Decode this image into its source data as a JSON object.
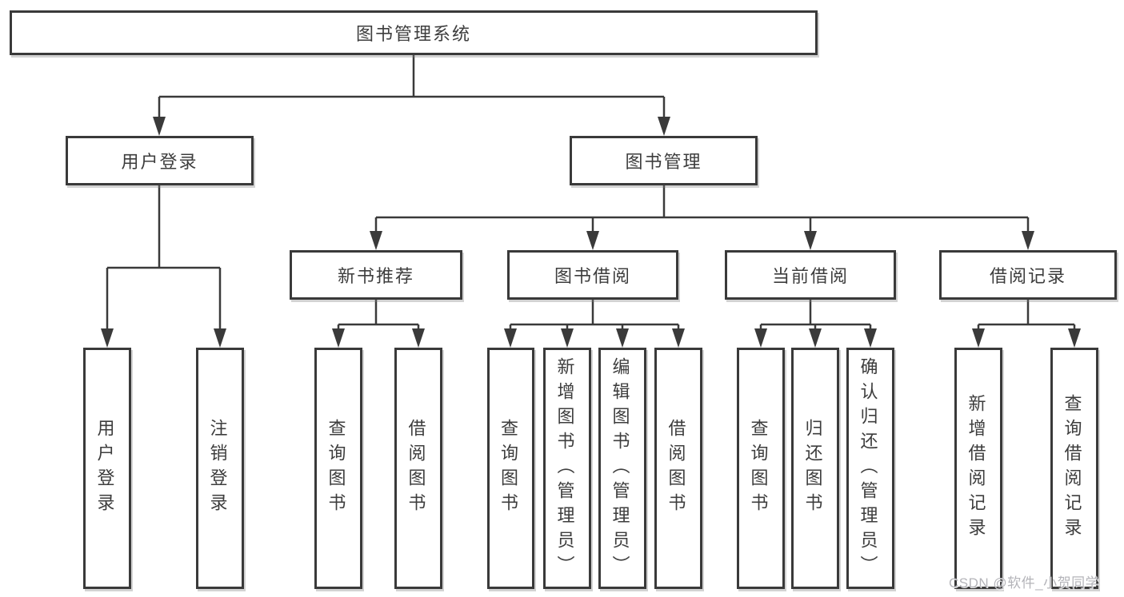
{
  "root": "图书管理系统",
  "branches": {
    "user_login": {
      "label": "用户登录",
      "children": [
        "用户登录",
        "注销登录"
      ]
    },
    "book_mgmt": {
      "label": "图书管理"
    },
    "new_books": {
      "label": "新书推荐",
      "children": [
        "查询图书",
        "借阅图书"
      ]
    },
    "borrow": {
      "label": "图书借阅",
      "children": [
        "查询图书",
        "新增图书（管理员）",
        "编辑图书（管理员）",
        "借阅图书"
      ]
    },
    "current": {
      "label": "当前借阅",
      "children": [
        "查询图书",
        "归还图书",
        "确认归还（管理员）"
      ]
    },
    "records": {
      "label": "借阅记录",
      "children": [
        "新增借阅记录",
        "查询借阅记录"
      ]
    }
  },
  "watermark": "CSDN @软件_小贺同学",
  "colors": {
    "line": "#3a3a3a",
    "text": "#3d3d3d",
    "box_fill": "#ffffff",
    "watermark": "#b4b4b9",
    "background": "#ffffff"
  }
}
